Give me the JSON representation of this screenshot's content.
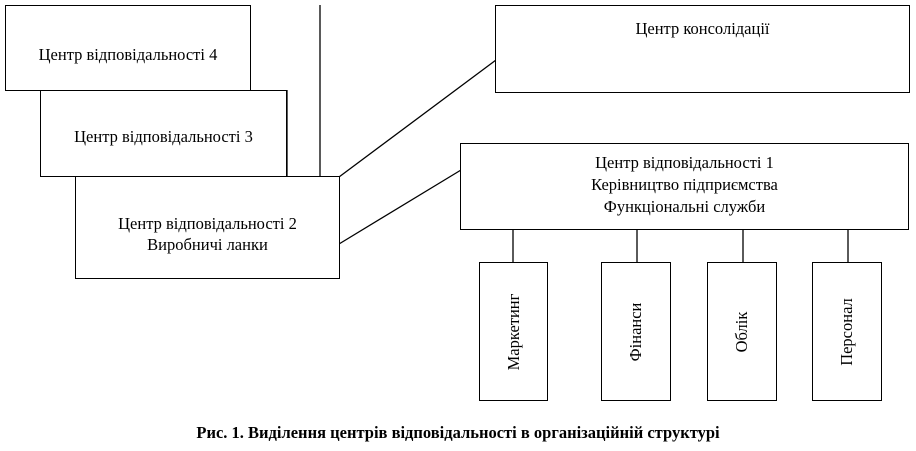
{
  "diagram": {
    "rc4": {
      "label": "Центр відповідальності 4"
    },
    "rc3": {
      "label": "Центр відповідальності 3"
    },
    "rc2": {
      "line1": "Центр відповідальності 2",
      "line2": "Виробничі ланки"
    },
    "consolidation": {
      "label": "Центр консолідації"
    },
    "rc1": {
      "line1": "Центр відповідальності 1",
      "line2": "Керівництво підприємства",
      "line3": "Функціональні служби"
    },
    "services": [
      {
        "label": "Маркетинг"
      },
      {
        "label": "Фінанси"
      },
      {
        "label": "Облік"
      },
      {
        "label": "Персонал"
      }
    ]
  },
  "caption": "Рис. 1. Виділення центрів відповідальності в організаційній структурі"
}
